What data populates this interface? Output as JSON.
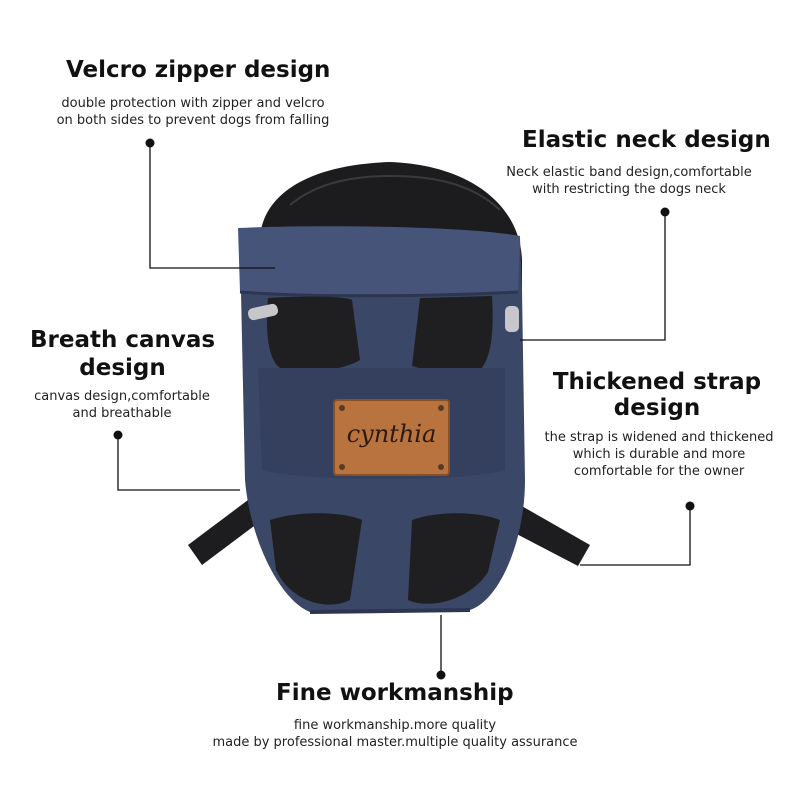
{
  "callouts": {
    "velcro": {
      "title": "Velcro zipper design",
      "lines": [
        "double protection with zipper and velcro",
        "on both sides to prevent dogs from falling"
      ]
    },
    "neck": {
      "title": "Elastic neck design",
      "lines": [
        "Neck elastic band design,comfortable",
        "with restricting the dogs neck"
      ]
    },
    "canvas": {
      "title_lines": [
        "Breath canvas",
        "design"
      ],
      "lines": [
        "canvas design,comfortable",
        "and breathable"
      ]
    },
    "strap": {
      "title_lines": [
        "Thickened strap",
        "design"
      ],
      "lines": [
        "the strap is widened and thickened",
        "which is durable and more",
        "comfortable for the owner"
      ]
    },
    "workmanship": {
      "title": "Fine workmanship",
      "lines": [
        "fine workmanship.more quality",
        "made by professional master.multiple quality assurance"
      ]
    }
  },
  "product": {
    "patch_text": "cynthia",
    "colors": {
      "denim": "#3b4766",
      "denim_dark": "#2c3650",
      "black": "#1b1b1d",
      "leather": "#b8733f"
    }
  }
}
